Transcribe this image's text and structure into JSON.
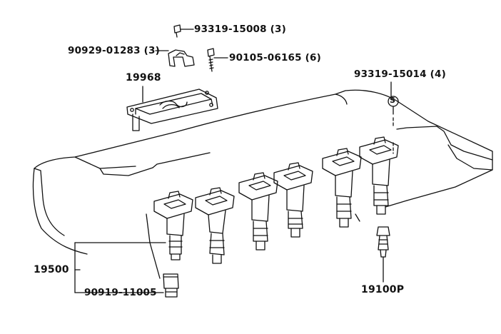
{
  "diagram": {
    "parts": [
      {
        "part_no": "93319-15008",
        "qty": "(3)"
      },
      {
        "part_no": "90929-01283",
        "qty": "(3)"
      },
      {
        "part_no": "90105-06165",
        "qty": "(6)"
      },
      {
        "part_no": "19968",
        "qty": ""
      },
      {
        "part_no": "93319-15014",
        "qty": "(4)"
      },
      {
        "part_no": "19500",
        "qty": ""
      },
      {
        "part_no": "90919-11005",
        "qty": ""
      },
      {
        "part_no": "19100P",
        "qty": ""
      }
    ],
    "markers": {
      "sealant_symbol": "S"
    }
  }
}
